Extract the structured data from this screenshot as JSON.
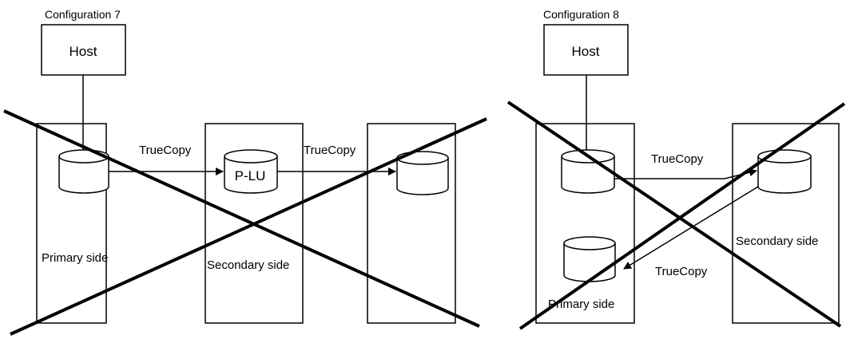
{
  "configurations": [
    {
      "title": "Configuration 7",
      "host_label": "Host",
      "links": [
        {
          "label": "TrueCopy"
        },
        {
          "label": "TrueCopy"
        }
      ],
      "volumes": [
        {
          "label": ""
        },
        {
          "label": "P-LU"
        },
        {
          "label": ""
        }
      ],
      "sites": [
        {
          "label": "Primary side"
        },
        {
          "label": "Secondary side"
        },
        {
          "label": ""
        }
      ],
      "crossed_out": true
    },
    {
      "title": "Configuration 8",
      "host_label": "Host",
      "links": [
        {
          "label": "TrueCopy"
        },
        {
          "label": "TrueCopy"
        }
      ],
      "volumes": [
        {
          "label": ""
        },
        {
          "label": ""
        },
        {
          "label": ""
        }
      ],
      "sites": [
        {
          "label": "Primary side"
        },
        {
          "label": "Secondary side"
        }
      ],
      "crossed_out": true
    }
  ],
  "colors": {
    "stroke": "#000000",
    "background": "#ffffff"
  }
}
